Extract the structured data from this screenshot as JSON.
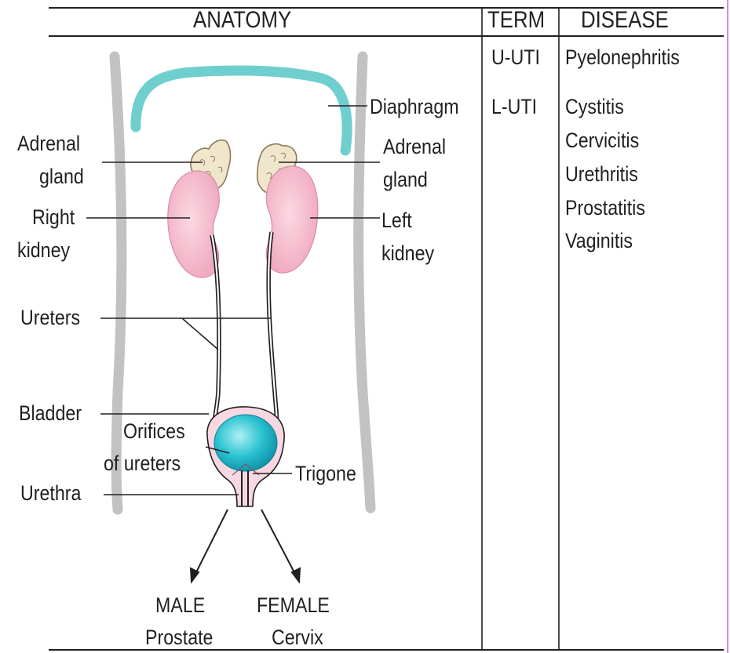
{
  "table": {
    "headers": {
      "anatomy": "ANATOMY",
      "term": "TERM",
      "disease": "DISEASE"
    },
    "rows": [
      {
        "term": "U-UTI",
        "diseases": [
          "Pyelonephritis"
        ]
      },
      {
        "term": "L-UTI",
        "diseases": [
          "Cystitis",
          "Cervicitis",
          "Urethritis",
          "Prostatitis",
          "Vaginitis"
        ]
      }
    ]
  },
  "diagram": {
    "labels": {
      "diaphragm": "Diaphragm",
      "adrenal_left_1": "Adrenal",
      "adrenal_left_2": "gland",
      "adrenal_right_1": "Adrenal",
      "adrenal_right_2": "gland",
      "right_kidney_1": "Right",
      "right_kidney_2": "kidney",
      "left_kidney_1": "Left",
      "left_kidney_2": "kidney",
      "ureters": "Ureters",
      "bladder": "Bladder",
      "orifices_1": "Orifices",
      "orifices_2": "of ureters",
      "trigone": "Trigone",
      "urethra": "Urethra",
      "male_1": "MALE",
      "male_2": "Prostate",
      "female_1": "FEMALE",
      "female_2": "Cervix"
    },
    "colors": {
      "body_outline": "#c2c2c2",
      "diaphragm": "#6fcfcf",
      "kidney": "#f3b6c8",
      "adrenal": "#efe6cc",
      "bladder": "#1fb3c4",
      "line": "#231f20",
      "page_edge": "#d65bd6"
    }
  }
}
